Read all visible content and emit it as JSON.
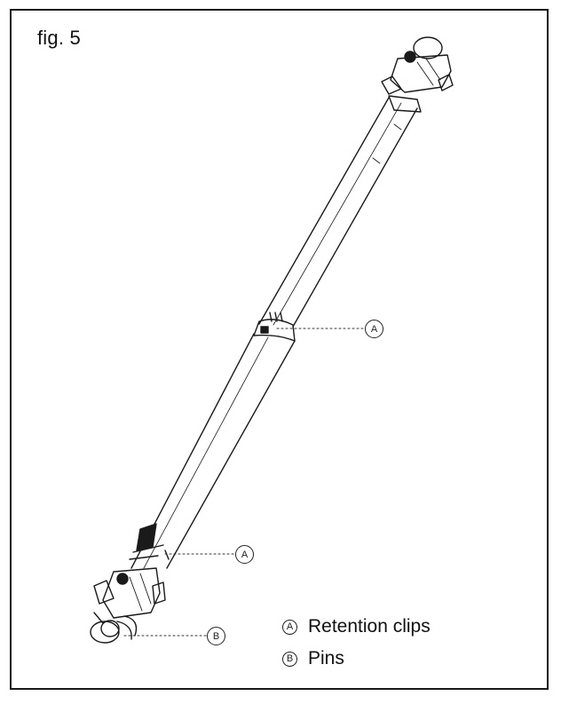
{
  "figure": {
    "label": "fig. 5"
  },
  "callouts": [
    {
      "letter": "A"
    },
    {
      "letter": "A"
    },
    {
      "letter": "B"
    }
  ],
  "legend": [
    {
      "letter": "A",
      "text": "Retention clips"
    },
    {
      "letter": "B",
      "text": "Pins"
    }
  ]
}
